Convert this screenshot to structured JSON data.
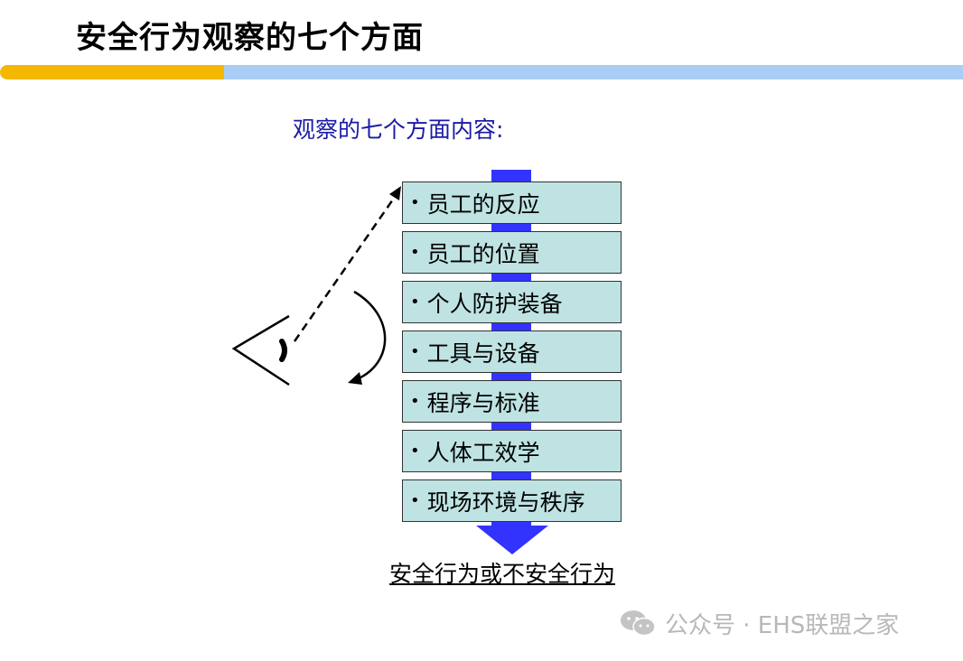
{
  "page": {
    "title": "安全行为观察的七个方面",
    "subtitle": "观察的七个方面内容:"
  },
  "diagram": {
    "items": [
      {
        "bullet": "•",
        "label": "员工的反应"
      },
      {
        "bullet": "•",
        "label": "员工的位置"
      },
      {
        "bullet": "•",
        "label": "个人防护装备"
      },
      {
        "bullet": "•",
        "label": "工具与设备"
      },
      {
        "bullet": "•",
        "label": "程序与标准"
      },
      {
        "bullet": "•",
        "label": "人体工效学"
      },
      {
        "bullet": "•",
        "label": "现场环境与秩序"
      }
    ],
    "result": "安全行为或不安全行为",
    "colors": {
      "box_fill": "#bfe3e3",
      "arrow": "#3333ff",
      "subtitle": "#1a1aa6",
      "accent_yellow": "#f5b800",
      "accent_blue": "#a9cdf4"
    }
  },
  "watermark": {
    "icon": "wechat-icon",
    "text": "公众号 · EHS联盟之家"
  }
}
